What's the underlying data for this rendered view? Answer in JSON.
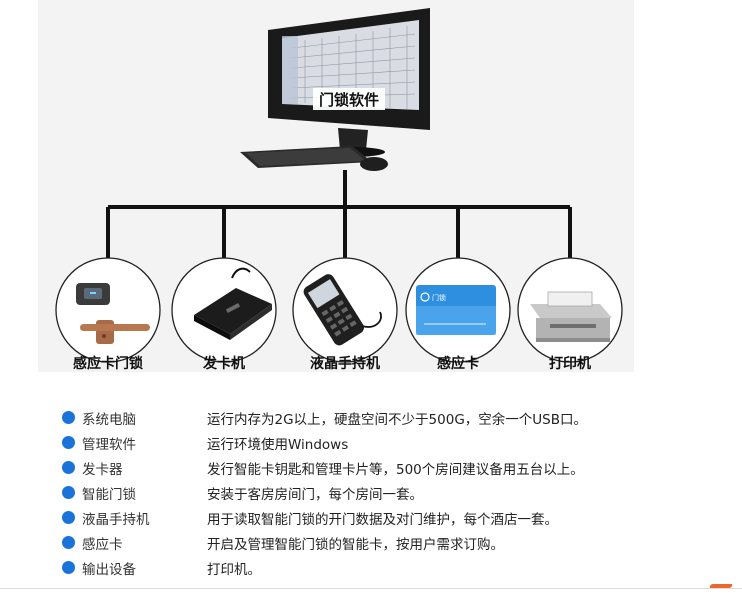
{
  "diagram": {
    "center": {
      "label": "门锁软件"
    },
    "nodes": [
      {
        "label": "感应卡门锁",
        "icon": "door-lock-icon"
      },
      {
        "label": "发卡机",
        "icon": "card-encoder-icon"
      },
      {
        "label": "液晶手持机",
        "icon": "handheld-terminal-icon"
      },
      {
        "label": "感应卡",
        "icon": "rfid-card-icon"
      },
      {
        "label": "打印机",
        "icon": "printer-icon"
      }
    ],
    "card_text": "门锁"
  },
  "specs": [
    {
      "name": "系统电脑",
      "desc": "运行内存为2G以上，硬盘空间不少于500G，空余一个USB口。"
    },
    {
      "name": "管理软件",
      "desc": "运行环境使用Windows"
    },
    {
      "name": "发卡器",
      "desc": "发行智能卡钥匙和管理卡片等，500个房间建议备用五台以上。"
    },
    {
      "name": "智能门锁",
      "desc": "安装于客房房间门，每个房间一套。"
    },
    {
      "name": "液晶手持机",
      "desc": "用于读取智能门锁的开门数据及对门维护，每个酒店一套。"
    },
    {
      "name": "感应卡",
      "desc": "开启及管理智能门锁的智能卡，按用户需求订购。"
    },
    {
      "name": "输出设备",
      "desc": "打印机。"
    }
  ],
  "colors": {
    "bullet": "#1a73d9",
    "connector": "#111111",
    "accent": "#e8692c"
  }
}
